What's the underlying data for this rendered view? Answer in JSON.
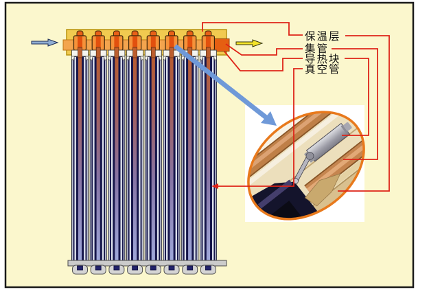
{
  "page": {
    "background_color": "#ffffff",
    "canvas_color": "#fbf7cd",
    "frame_color": "#1a1a1a"
  },
  "callouts": [
    {
      "id": "insulation-layer",
      "text": "保温层"
    },
    {
      "id": "header-pipe",
      "text": "集管"
    },
    {
      "id": "heat-conduction-block",
      "text": "导热块"
    },
    {
      "id": "vacuum-tube",
      "text": "真空管"
    }
  ],
  "collector": {
    "tube_count": 8,
    "colors": {
      "insulation_box": "#f1ca50",
      "header_pipe": "#f3a44e",
      "header_outlet": "#e55f12",
      "condenser": "#f5923a",
      "condenser_core": "#e2500e",
      "tube_body": "#15154a",
      "heat_pipe_top": "#b95c30",
      "heat_pipe_bottom": "#9fa8da",
      "rail": "#cbcbcb"
    }
  },
  "annotations": {
    "callout_line_color": "#de2418",
    "zoom_arrow_color": "#6f99d8",
    "inlet_arrow_color": "#8fadd2",
    "outlet_arrow_color": "#f3e32a",
    "detail_ellipse_color": "#e8791c"
  }
}
